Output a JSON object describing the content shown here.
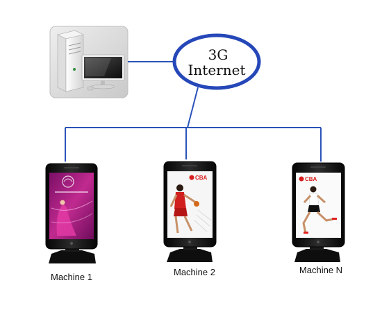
{
  "cloud": {
    "line1": "3G",
    "line2": "Internet"
  },
  "machines": [
    {
      "label": "Machine 1",
      "screen_logo": "",
      "screen_theme": "pink"
    },
    {
      "label": "Machine 2",
      "screen_logo": "CBA",
      "screen_theme": "basketball"
    },
    {
      "label": "Machine N",
      "screen_logo": "CBA",
      "screen_theme": "runner"
    }
  ],
  "colors": {
    "connector": "#2a52b8",
    "cloud_outline": "#2547b8",
    "server_panel": "#d9d9d9",
    "machine_body": "#1a1a1a",
    "logo_red": "#d81e1e",
    "pink_screen": "#b0217f"
  }
}
